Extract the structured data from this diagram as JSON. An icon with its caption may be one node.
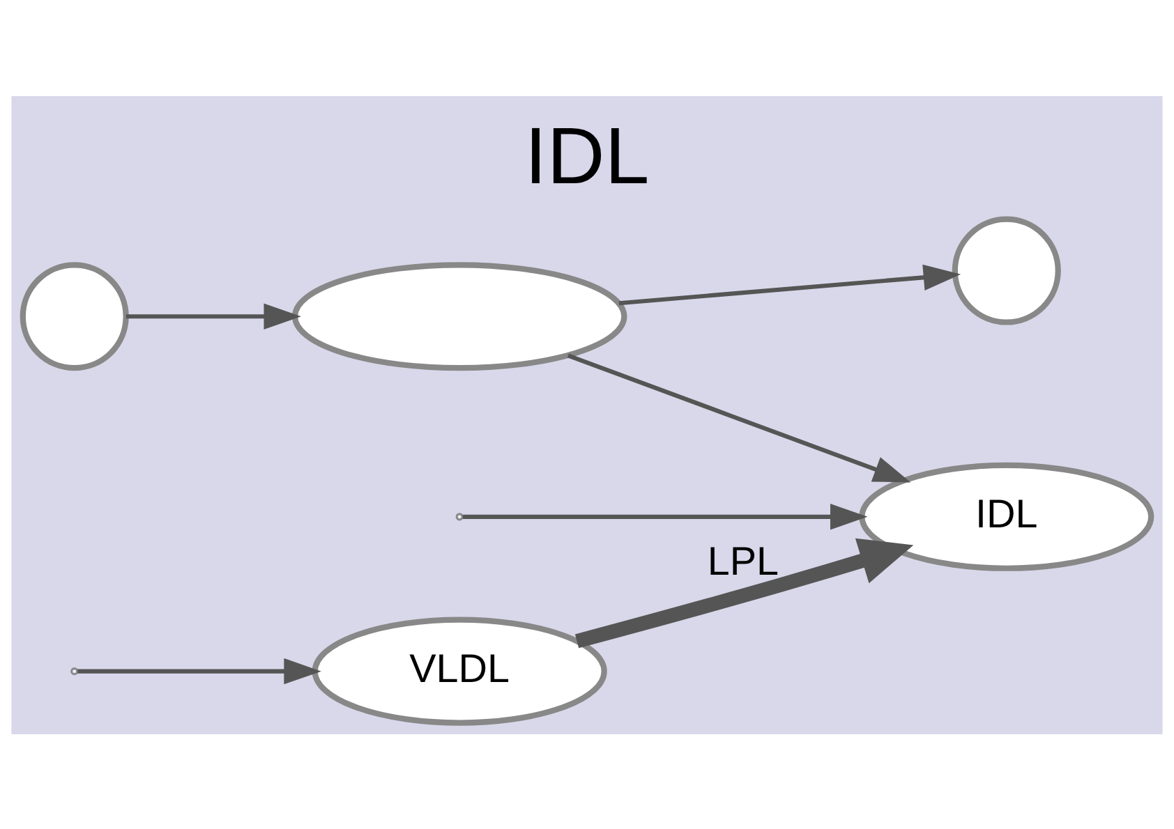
{
  "diagram": {
    "title": "IDL",
    "nodes": [
      {
        "text": [
          "VLDL"
        ]
      },
      {
        "text": [
          "IDL"
        ]
      },
      {
        "text": [],
        "shape": "ellipse"
      },
      {
        "text": [],
        "shape": "circle"
      },
      {
        "text": [],
        "shape": "circle"
      }
    ],
    "edges": [
      {
        "from": null,
        "to": 0,
        "arrow": "to"
      },
      {
        "from": null,
        "to": 1,
        "arrow": "to"
      },
      {
        "from": 0,
        "to": 1,
        "arrow": "to",
        "label": "LPL",
        "style": "thick"
      },
      {
        "from": 2,
        "to": 1,
        "arrow": "to"
      },
      {
        "from": 3,
        "to": 2,
        "arrow": "to"
      },
      {
        "from": 2,
        "to": 4,
        "arrow": "to"
      }
    ]
  }
}
